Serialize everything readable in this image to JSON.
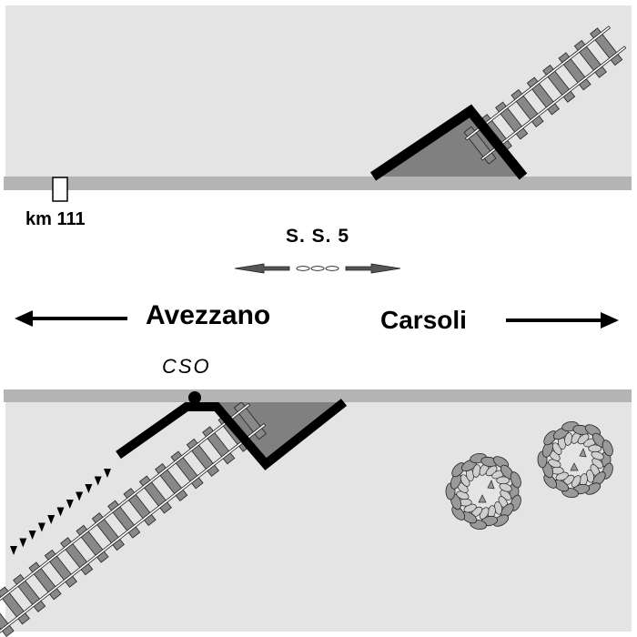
{
  "road": {
    "kilometer_marker": "km 111",
    "name": "S. S.  5"
  },
  "directions": {
    "left": "Avezzano",
    "right": "Carsoli"
  },
  "point_label": "CSO",
  "colors": {
    "ground": "#e4e4e4",
    "road_edge": "#b4b4b4",
    "embankment": "#808080",
    "rail": "#ffffff",
    "sleeper": "#888888",
    "outline": "#000000"
  },
  "icons": [
    "left-arrow-icon",
    "right-arrow-icon",
    "double-arrow-icon",
    "shrub-icon",
    "milestone-icon"
  ]
}
